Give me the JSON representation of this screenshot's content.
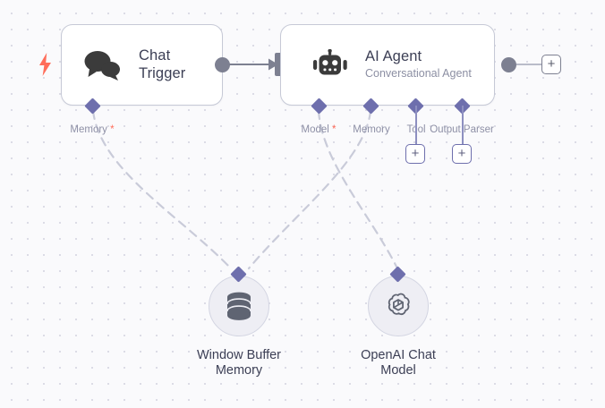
{
  "canvas": {
    "background_color": "#fafafc",
    "grid_dot_color": "#dcdce6"
  },
  "theme": {
    "node_border": "#c6c9d6",
    "node_title_color": "#3c3f55",
    "node_subtitle_color": "#8c8fa3",
    "port_label_color": "#8e90a6",
    "required_star_color": "#ff6d5a",
    "diamond_port_color": "#6e6fad",
    "round_port_color": "#7d8091",
    "accent_purple": "#6e6fad",
    "trigger_bolt_color": "#ff6d5a"
  },
  "nodes": [
    {
      "id": "chat-trigger",
      "icon": "chat-bubbles-icon",
      "title": "Chat\nTrigger",
      "title_line1": "Chat",
      "title_line2": "Trigger",
      "subtitle": "",
      "trigger": true,
      "trigger_icon": "lightning-bolt-icon",
      "ports": {
        "outputs": [
          {
            "type": "main",
            "label": ""
          }
        ],
        "sub_inputs": [
          {
            "name": "Memory",
            "label": "Memory",
            "required": true
          }
        ]
      }
    },
    {
      "id": "ai-agent",
      "icon": "robot-icon",
      "title": "AI Agent",
      "subtitle": "Conversational Agent",
      "trigger": false,
      "ports": {
        "inputs": [
          {
            "type": "main",
            "label": ""
          }
        ],
        "outputs": [
          {
            "type": "main",
            "label": ""
          }
        ],
        "sub_inputs": [
          {
            "name": "Model",
            "label": "Model",
            "required": true,
            "connected": true
          },
          {
            "name": "Memory",
            "label": "Memory",
            "required": false,
            "connected": true
          },
          {
            "name": "Tool",
            "label": "Tool",
            "required": false,
            "connected": false,
            "add_button": "+"
          },
          {
            "name": "OutputParser",
            "label": "Output Parser",
            "required": false,
            "connected": false,
            "add_button": "+"
          }
        ]
      }
    }
  ],
  "sub_nodes": [
    {
      "id": "window-buffer-memory",
      "icon": "database-icon",
      "label_line1": "Window Buffer",
      "label_line2": "Memory",
      "port_type": "memory"
    },
    {
      "id": "openai-chat-model",
      "icon": "openai-logo-icon",
      "label_line1": "OpenAI Chat",
      "label_line2": "Model",
      "port_type": "model"
    }
  ],
  "add_buttons": {
    "after_agent": "+",
    "tool": "+",
    "output_parser": "+"
  },
  "connections": [
    {
      "from": "chat-trigger:main",
      "to": "ai-agent:main",
      "style": "solid",
      "arrow": true
    },
    {
      "from": "chat-trigger:Memory",
      "to": "window-buffer-memory",
      "style": "dashed"
    },
    {
      "from": "ai-agent:Memory",
      "to": "window-buffer-memory",
      "style": "dashed"
    },
    {
      "from": "ai-agent:Model",
      "to": "openai-chat-model",
      "style": "dashed"
    }
  ]
}
